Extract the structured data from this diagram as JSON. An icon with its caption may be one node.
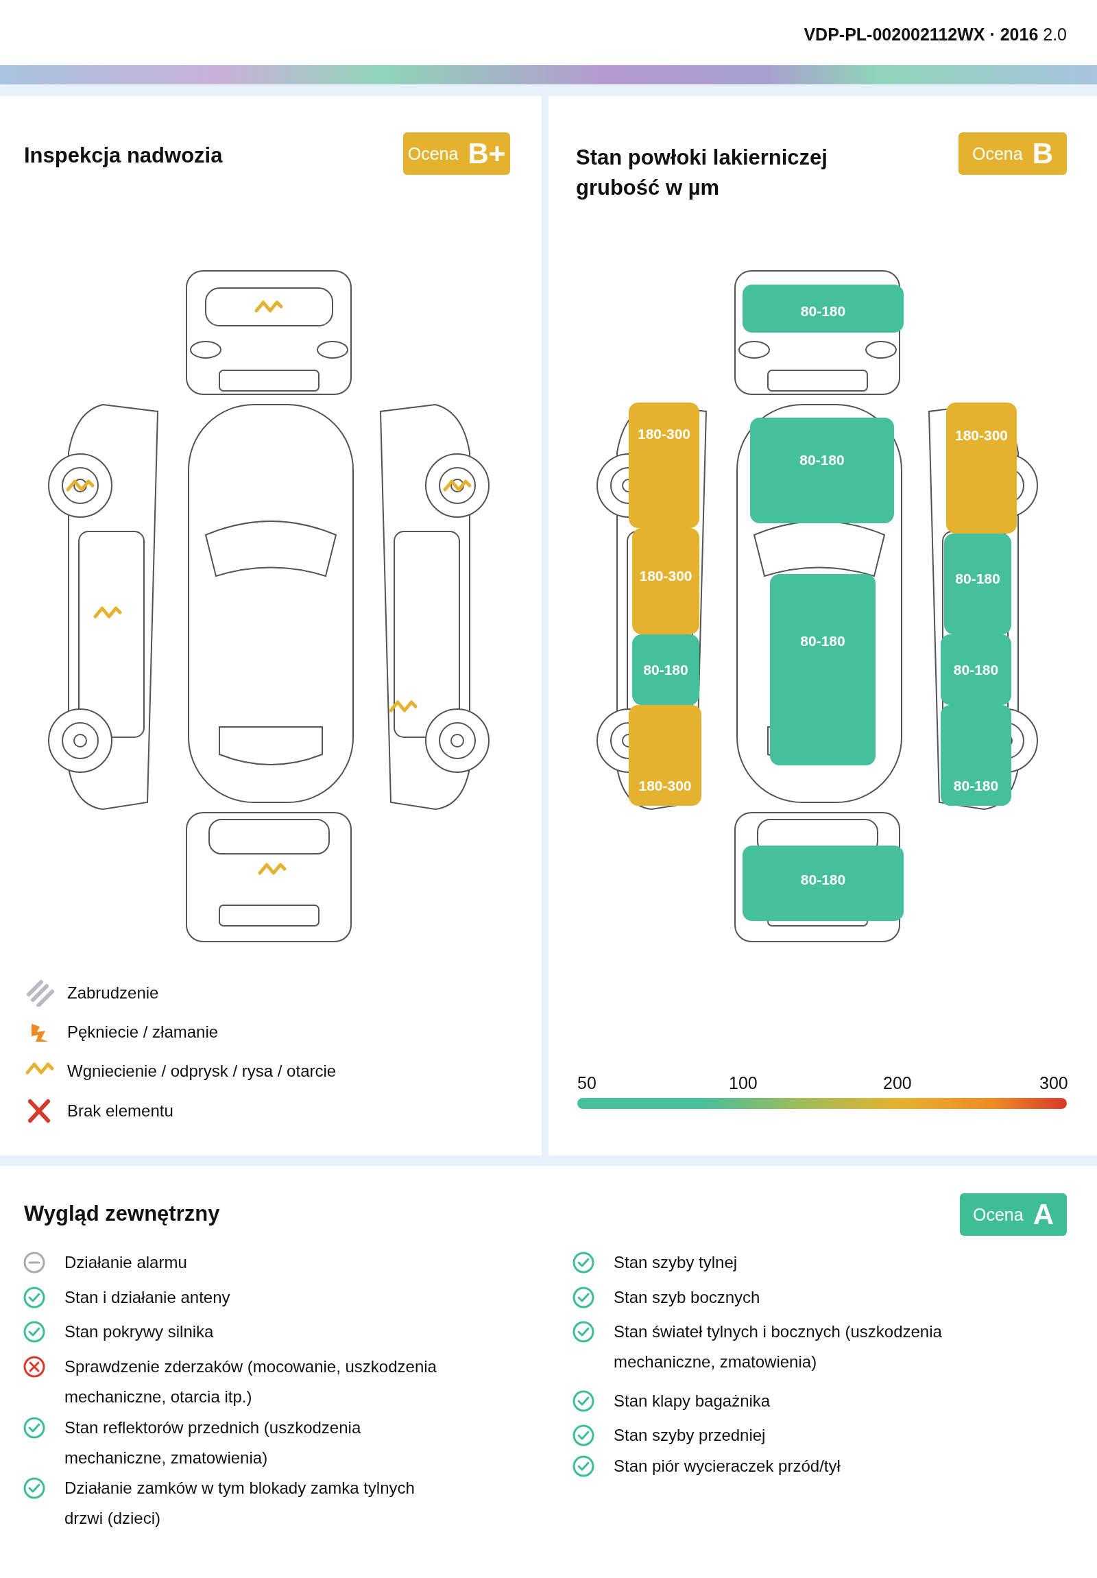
{
  "diagram": {
    "nodes": [
      {
        "text": [
          "Inspekcja nadwozia"
        ]
      },
      {
        "text": [
          "Ocena",
          "B+"
        ],
        "in": 0
      },
      {
        "text": [
          "Stan powłoki lakierniczej grubość w µm"
        ]
      },
      {
        "text": [
          "Ocena",
          "B"
        ],
        "in": 2
      },
      {
        "text": [
          "80-180"
        ],
        "in": 2
      },
      {
        "text": [
          "180-300"
        ],
        "in": 2
      },
      {
        "text": [
          "80-180"
        ],
        "in": 2
      },
      {
        "text": [
          "180-300"
        ],
        "in": 2
      },
      {
        "text": [
          "180-300"
        ],
        "in": 2
      },
      {
        "text": [
          "80-180"
        ],
        "in": 2
      },
      {
        "text": [
          "80-180"
        ],
        "in": 2
      },
      {
        "text": [
          "80-180"
        ],
        "in": 2
      },
      {
        "text": [
          "80-180"
        ],
        "in": 2
      },
      {
        "text": [
          "180-300"
        ],
        "in": 2
      },
      {
        "text": [
          "80-180"
        ],
        "in": 2
      },
      {
        "text": [
          "80-180"
        ],
        "in": 2
      },
      {
        "text": [
          "Wygląd zewnętrzny"
        ]
      },
      {
        "text": [
          "Ocena",
          "A"
        ],
        "in": 16
      },
      {
        "text": [],
        "shape": "bar",
        "in": 2
      }
    ],
    "edges": [],
    "labels": [
      "**VDP-PL-002002112WX · 2016** 2.0",
      "Działanie alarmu",
      "Stan i działanie anteny",
      "Stan pokrywy silnika",
      "Sprawdzenie zderzaków (mocowanie, uszkodzenia mechaniczne, otarcia itp.)",
      "Stan reflektorów przednich (uszkodzenia mechaniczne, zmatowienia)",
      "Działanie zamków w tym blokady zamka tylnych drzwi (dzieci)",
      "Stan szyby tylnej",
      "Stan szyb bocznych",
      "Stan świateł tylnych i bocznych (uszkodzenia mechaniczne, zmatowienia)",
      "Stan klapy bagażnika",
      "Stan szyby przedniej",
      "Stan piór wycieraczek przód/tył",
      "50",
      "100",
      "200",
      "300"
    ],
    "legend": [
      {
        "text": "Zabrudzenie"
      },
      {
        "text": "Pękniecie / złamanie"
      },
      {
        "text": "Wgniecienie / odprysk / rysa / otarcie"
      },
      {
        "text": "Brak elementu"
      }
    ]
  }
}
